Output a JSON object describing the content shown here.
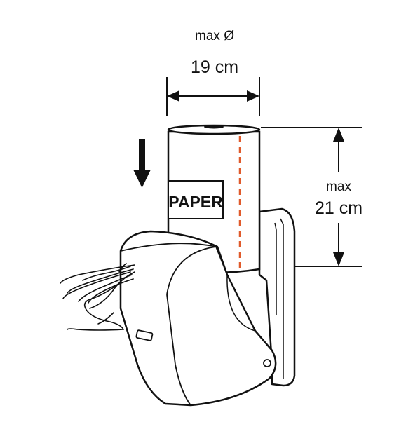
{
  "diameter": {
    "label": "max Ø",
    "value": "19 cm"
  },
  "height": {
    "label": "max",
    "value": "21 cm"
  },
  "roll": {
    "label": "PAPER",
    "cut_line_color": "#e05a2b"
  },
  "insert_direction_icon": "arrow-down-icon",
  "colors": {
    "stroke": "#111111",
    "background": "#ffffff",
    "cut_line": "#e05a2b"
  }
}
